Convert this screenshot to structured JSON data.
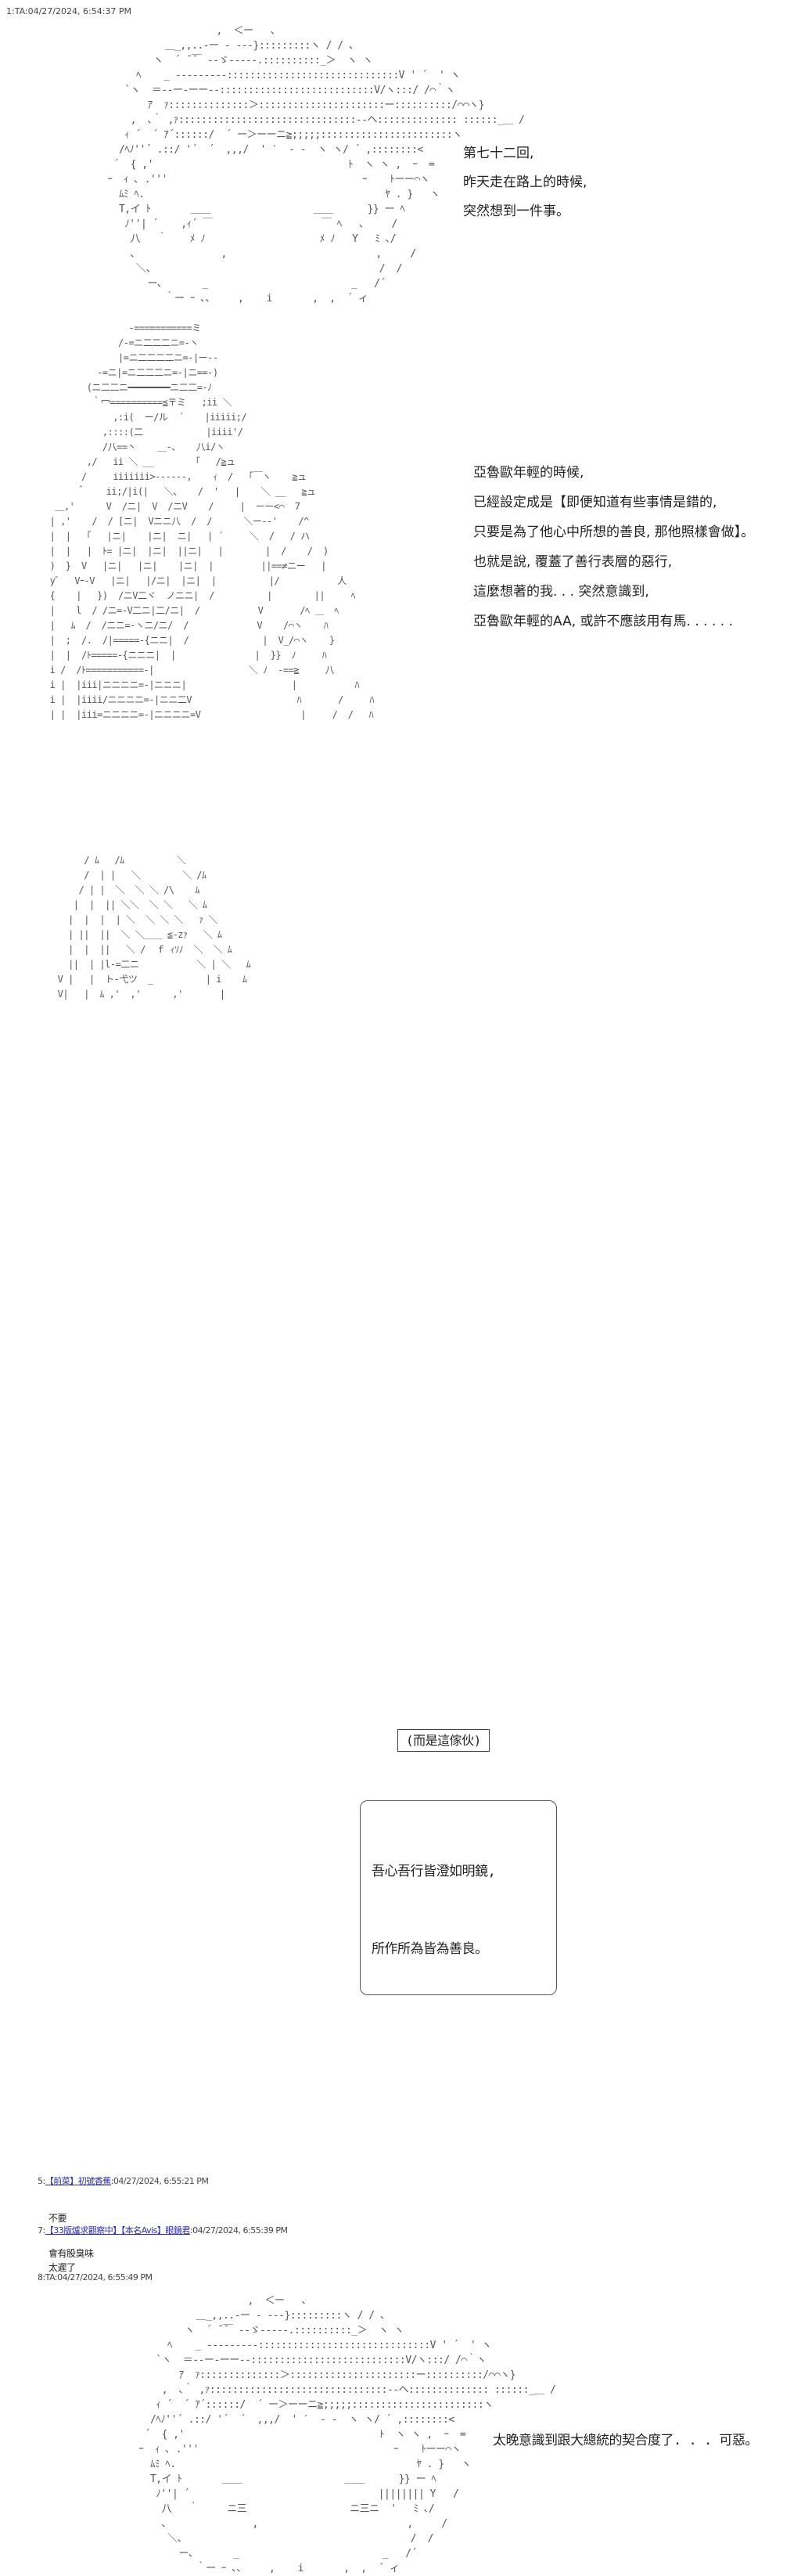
{
  "posts": [
    {
      "id": "post-1",
      "header": "1:TA:04/27/2024, 6:54:37 PM"
    },
    {
      "id": "post-5",
      "num": "5:",
      "tag": "【前菜】",
      "name": "初號香蕉",
      "time": ":04/27/2024, 6:55:21 PM",
      "body": [
        "不要",
        "會有股臭味"
      ]
    },
    {
      "id": "post-7",
      "num": "7:",
      "tag": "【33版爐求觀察中】",
      "tag2": "【本名Avis】",
      "name": "眼鏡君",
      "time": ":04/27/2024, 6:55:39 PM",
      "body": [
        "太遲了"
      ]
    },
    {
      "id": "post-8",
      "header": "8:TA:04/27/2024, 6:55:49 PM"
    }
  ],
  "panel1": {
    "lines": [
      "第七十二回,",
      "昨天走在路上的時候,",
      "突然想到一件事。"
    ]
  },
  "panel2": {
    "lines": [
      "亞魯歐年輕的時候,",
      "已經設定成是【即便知道有些事情是錯的,",
      "只要是為了他心中所想的善良, 那他照樣會做】。",
      "也就是說, 覆蓋了善行表層的惡行,",
      "這麼想著的我. . . 突然意識到,",
      "亞魯歐年輕的AA, 或許不應該用有馬. . . . . ."
    ]
  },
  "panel3": {
    "box": "(而是這傢伙)",
    "bubble": [
      "吾心吾行皆澄如明鏡,",
      "所作所為皆為善良。"
    ]
  },
  "panel4": {
    "line": "太晚意識到跟大總統的契合度了. . . 可惡。"
  },
  "colors": {
    "link": "#2a2ab8",
    "text": "#222222",
    "art": "#555555"
  }
}
